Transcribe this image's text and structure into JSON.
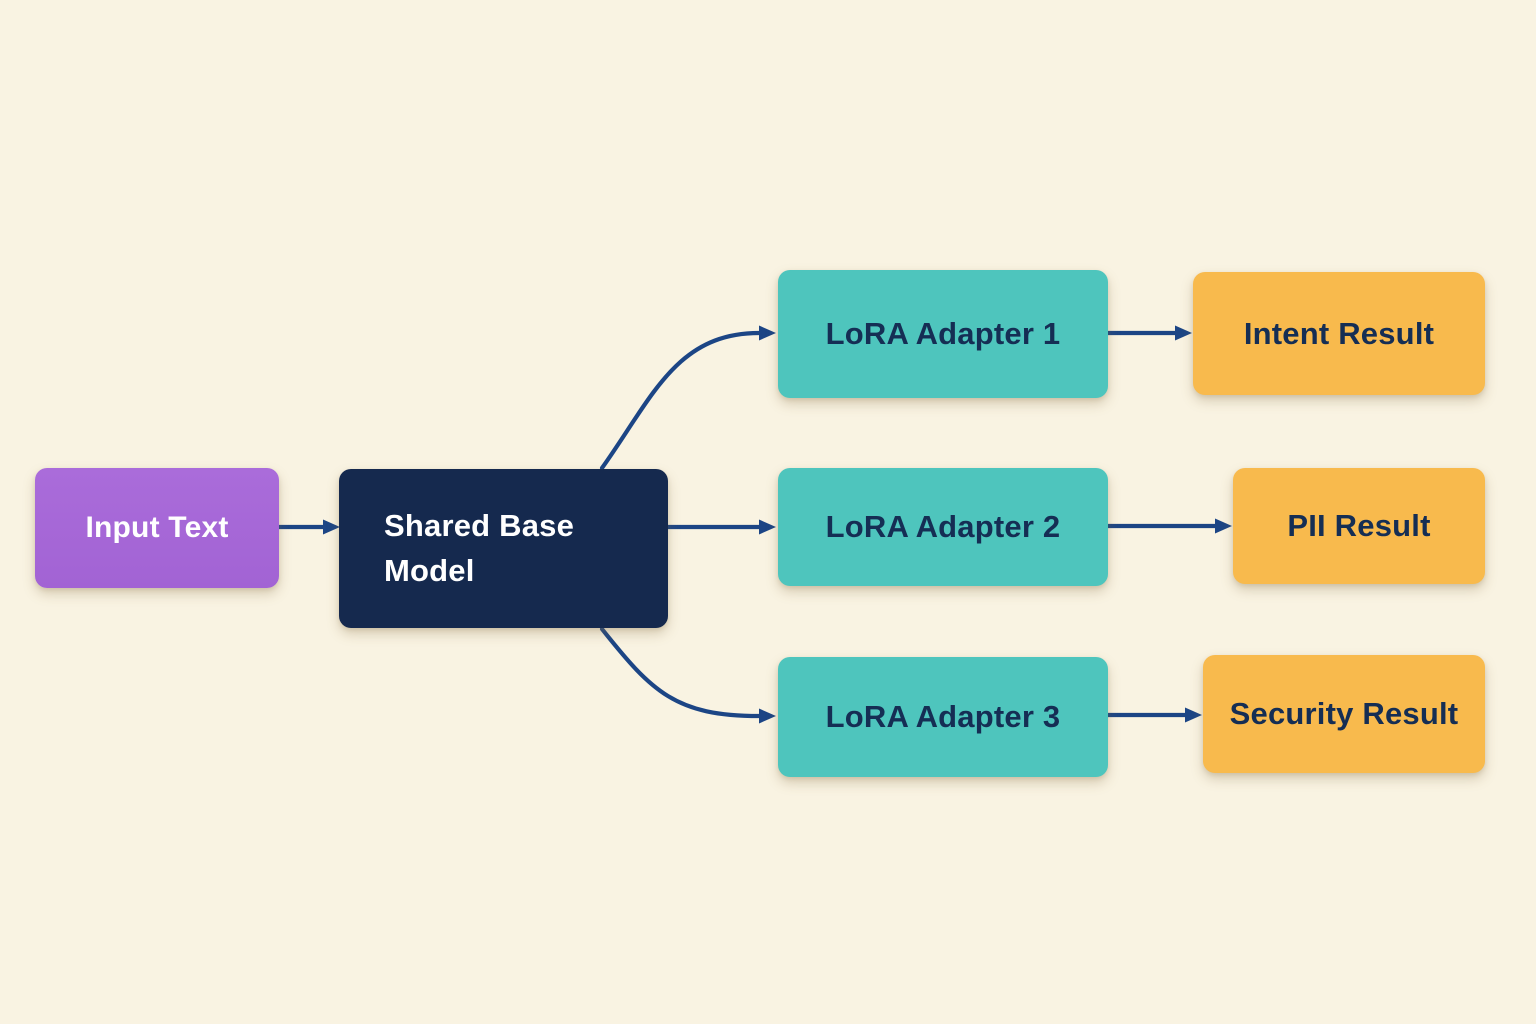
{
  "diagram": {
    "colors": {
      "background": "#f9f3e2",
      "arrow": "#1c4585",
      "input_fill": "#a263d4",
      "input_fill_light": "#aa6cda",
      "base_fill": "#15294e",
      "adapter_fill": "#4ec5bd",
      "result_fill": "#f8ba4d",
      "light_text": "#ffffff",
      "dark_text": "#152e54"
    },
    "nodes": {
      "input": {
        "label": "Input Text"
      },
      "base": {
        "label": "Shared Base Model"
      },
      "adapter1": {
        "label": "LoRA Adapter 1"
      },
      "adapter2": {
        "label": "LoRA Adapter 2"
      },
      "adapter3": {
        "label": "LoRA Adapter 3"
      },
      "result1": {
        "label": "Intent Result"
      },
      "result2": {
        "label": "PII Result"
      },
      "result3": {
        "label": "Security Result"
      }
    },
    "edges": [
      {
        "from": "input",
        "to": "base"
      },
      {
        "from": "base",
        "to": "adapter1"
      },
      {
        "from": "base",
        "to": "adapter2"
      },
      {
        "from": "base",
        "to": "adapter3"
      },
      {
        "from": "adapter1",
        "to": "result1"
      },
      {
        "from": "adapter2",
        "to": "result2"
      },
      {
        "from": "adapter3",
        "to": "result3"
      }
    ]
  }
}
